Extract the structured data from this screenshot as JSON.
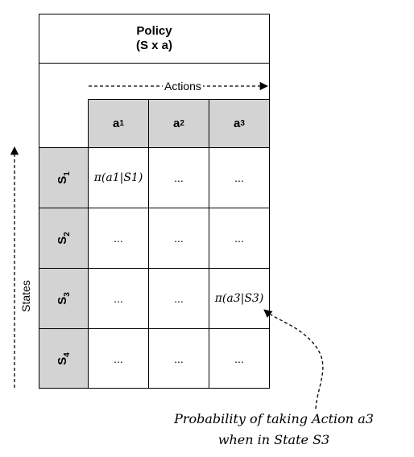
{
  "title": {
    "line1": "Policy",
    "line2": "(S x a)"
  },
  "axes": {
    "actions": "Actions",
    "states": "States"
  },
  "columns": [
    {
      "base": "a",
      "sub": "1"
    },
    {
      "base": "a",
      "sub": "2"
    },
    {
      "base": "a",
      "sub": "3"
    }
  ],
  "rows": [
    {
      "base": "S",
      "sub": "1",
      "cells": [
        "π(a1|S1)",
        "...",
        "..."
      ]
    },
    {
      "base": "S",
      "sub": "2",
      "cells": [
        "...",
        "...",
        "..."
      ]
    },
    {
      "base": "S",
      "sub": "3",
      "cells": [
        "...",
        "...",
        "π(a3|S3)"
      ]
    },
    {
      "base": "S",
      "sub": "4",
      "cells": [
        "...",
        "...",
        "..."
      ]
    }
  ],
  "annotation": {
    "line1": "Probability of taking Action a3",
    "line2": "when in State S3"
  },
  "colors": {
    "header_fill": "#d3d3d3",
    "line": "#000000"
  }
}
